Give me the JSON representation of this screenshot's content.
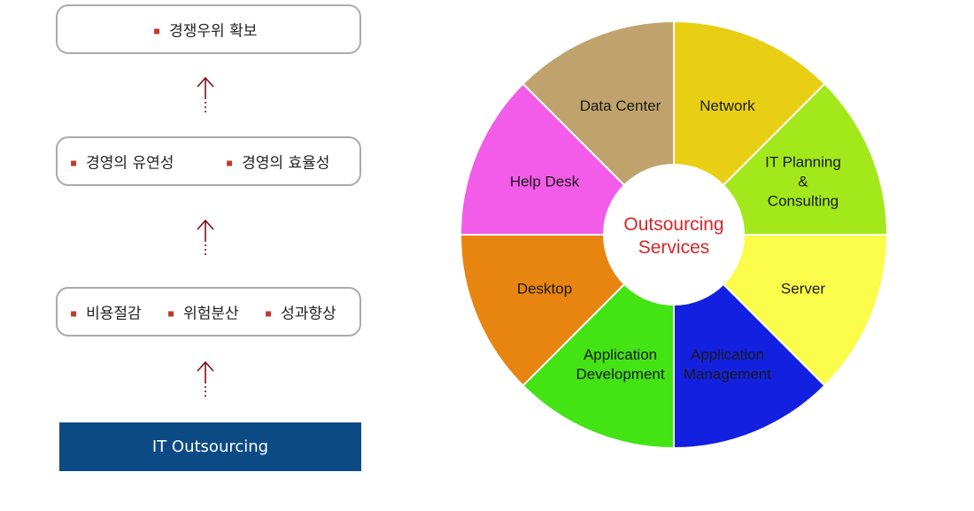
{
  "hierarchy": {
    "top": {
      "items": [
        "경쟁우위 확보"
      ]
    },
    "middle": {
      "items": [
        "경영의 유연성",
        "경영의 효율성"
      ]
    },
    "lower": {
      "items": [
        "비용절감",
        "위험분산",
        "성과향상"
      ]
    },
    "base_label": "IT Outsourcing"
  },
  "colors": {
    "bullet": "#c0392b",
    "arrow": "#7a1020",
    "base_bg": "#0c4a86",
    "center_text": "#d6262b"
  },
  "wheel": {
    "center": [
      "Outsourcing",
      "Services"
    ],
    "segments": [
      {
        "label": [
          "Network"
        ],
        "color": "#e8cf14"
      },
      {
        "label": [
          "IT Planning",
          "&",
          "Consulting"
        ],
        "color": "#a3e81a"
      },
      {
        "label": [
          "Server"
        ],
        "color": "#fcfc4a"
      },
      {
        "label": [
          "Application",
          "Management"
        ],
        "color": "#1320e0"
      },
      {
        "label": [
          "Application",
          "Development"
        ],
        "color": "#43e314"
      },
      {
        "label": [
          "Desktop"
        ],
        "color": "#e88410"
      },
      {
        "label": [
          "Help Desk"
        ],
        "color": "#f25ce8"
      },
      {
        "label": [
          "Data Center"
        ],
        "color": "#c0a36c"
      }
    ]
  }
}
